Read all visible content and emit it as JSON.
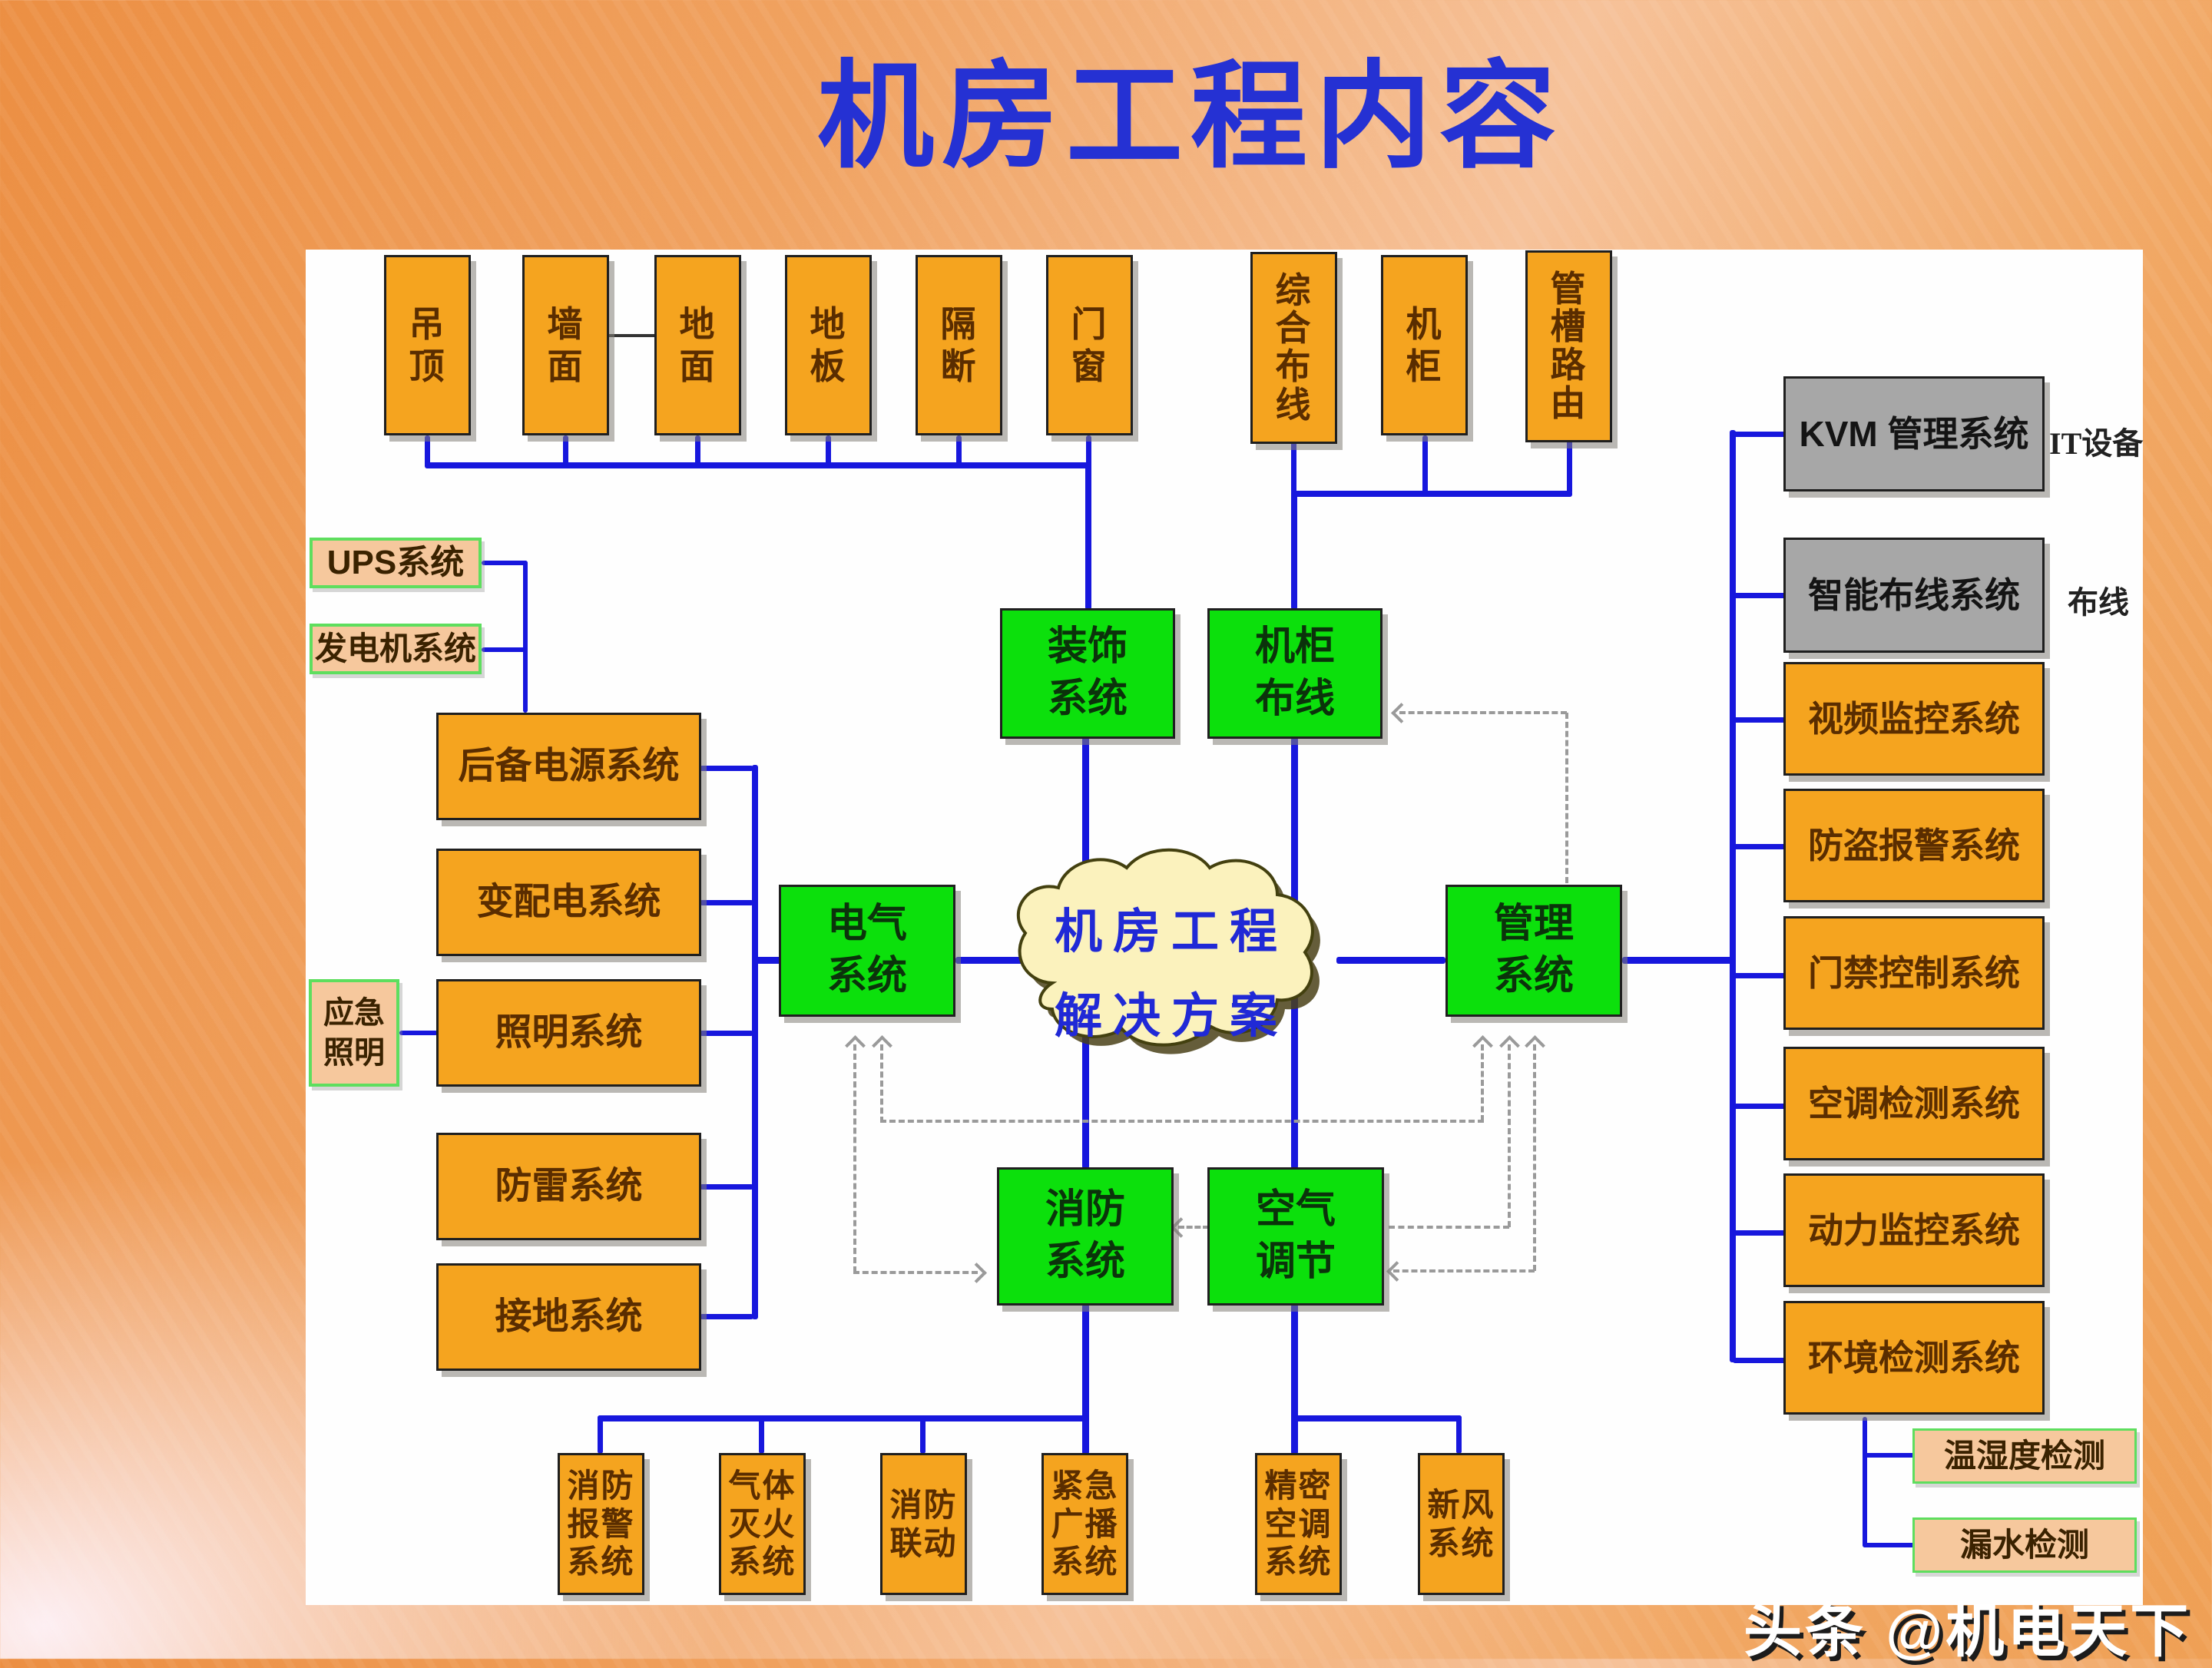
{
  "title": "机房工程内容",
  "watermark": "头条 @机电天下",
  "cloud": {
    "line1": "机房工程",
    "line2": "解决方案"
  },
  "top_row": [
    {
      "label": "吊\n顶"
    },
    {
      "label": "墙\n面"
    },
    {
      "label": "地\n面"
    },
    {
      "label": "地\n板"
    },
    {
      "label": "隔\n断"
    },
    {
      "label": "门\n窗"
    },
    {
      "label": "综\n合\n布\n线"
    },
    {
      "label": "机\n柜"
    },
    {
      "label": "管\n槽\n路\n由"
    }
  ],
  "left_column": {
    "ups": "UPS系统",
    "generator": "发电机系统",
    "emergency": "应急\n照明",
    "boxes": [
      {
        "label": "后备电源系统"
      },
      {
        "label": "变配电系统"
      },
      {
        "label": "照明系统"
      },
      {
        "label": "防雷系统"
      },
      {
        "label": "接地系统"
      }
    ]
  },
  "center": {
    "decoration": "装饰\n系统",
    "cabinet_wiring": "机柜\n布线",
    "electrical": "电气\n系统",
    "management": "管理\n系统",
    "fire": "消防\n系统",
    "hvac": "空气\n调节"
  },
  "bottom_row": [
    {
      "label": "消防\n报警\n系统"
    },
    {
      "label": "气体\n灭火\n系统"
    },
    {
      "label": "消防\n联动"
    },
    {
      "label": "紧急\n广播\n系统"
    },
    {
      "label": "精密\n空调\n系统"
    },
    {
      "label": "新风\n系统"
    }
  ],
  "right_column": {
    "boxes": [
      {
        "label": "KVM 管理系统",
        "annotation": "IT设备"
      },
      {
        "label": "智能布线系统",
        "annotation": "布线"
      },
      {
        "label": "视频监控系统",
        "annotation": ""
      },
      {
        "label": "防盗报警系统",
        "annotation": ""
      },
      {
        "label": "门禁控制系统",
        "annotation": ""
      },
      {
        "label": "空调检测系统",
        "annotation": ""
      },
      {
        "label": "动力监控系统",
        "annotation": ""
      },
      {
        "label": "环境检测系统",
        "annotation": ""
      }
    ],
    "children": [
      {
        "label": "温湿度检测"
      },
      {
        "label": "漏水检测"
      }
    ]
  },
  "colors": {
    "accent_blue_line": "#1717dd",
    "title_blue": "#2531d3",
    "box_orange": "#f5a41f",
    "box_green": "#0ce00c",
    "box_gray": "#a7a7a7",
    "box_peach": "#f6c89d",
    "cloud_fill": "#fbf2bd"
  }
}
